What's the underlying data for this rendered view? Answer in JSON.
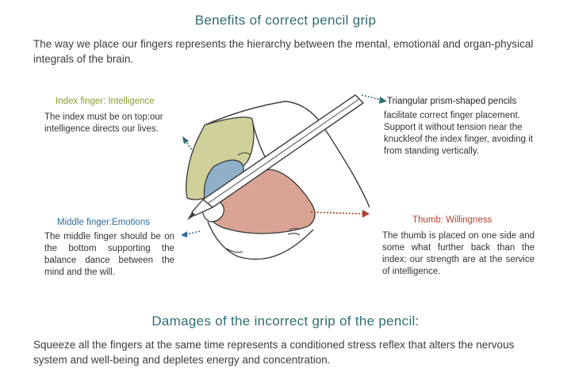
{
  "title": "Benefits of correct pencil grip",
  "intro": "The way we place our fingers represents the hierarchy between the mental, emotional and organ-physical integrals of the brain.",
  "labels": {
    "index": {
      "heading": "Index finger: Intelligence",
      "body": "The index must be on top:our intelligence directs our lives."
    },
    "middle": {
      "heading": "Middle finger:Emotions",
      "body": "The middle finger should be on the bottom supporting the balance dance between the mind and the will."
    },
    "pencil": {
      "heading": "Triangular prism-shaped pencils",
      "body": "facilitate correct finger placement. Support it without tension near the knuckleof the index finger, avoiding it from standing vertically."
    },
    "thumb": {
      "heading": "Thumb: Willingness",
      "body": "The thumb is placed on one side and some what further back than the index: our strength are at the service of intelligence."
    }
  },
  "damages_title": "Damages of the incorrect grip of the pencil:",
  "damages_text": "Squeeze all the fingers at the same time represents a conditioned stress reflex that alters the nervous system and well-being and depletes energy and concentration.",
  "colors": {
    "teal": "#2f6d73",
    "index_green": "#8a9a2e",
    "middle_blue": "#2f6d9a",
    "thumb_red": "#b0412e",
    "index_fill": "#cfd09a",
    "middle_fill": "#8fb0c8",
    "thumb_fill": "#d9a494"
  }
}
